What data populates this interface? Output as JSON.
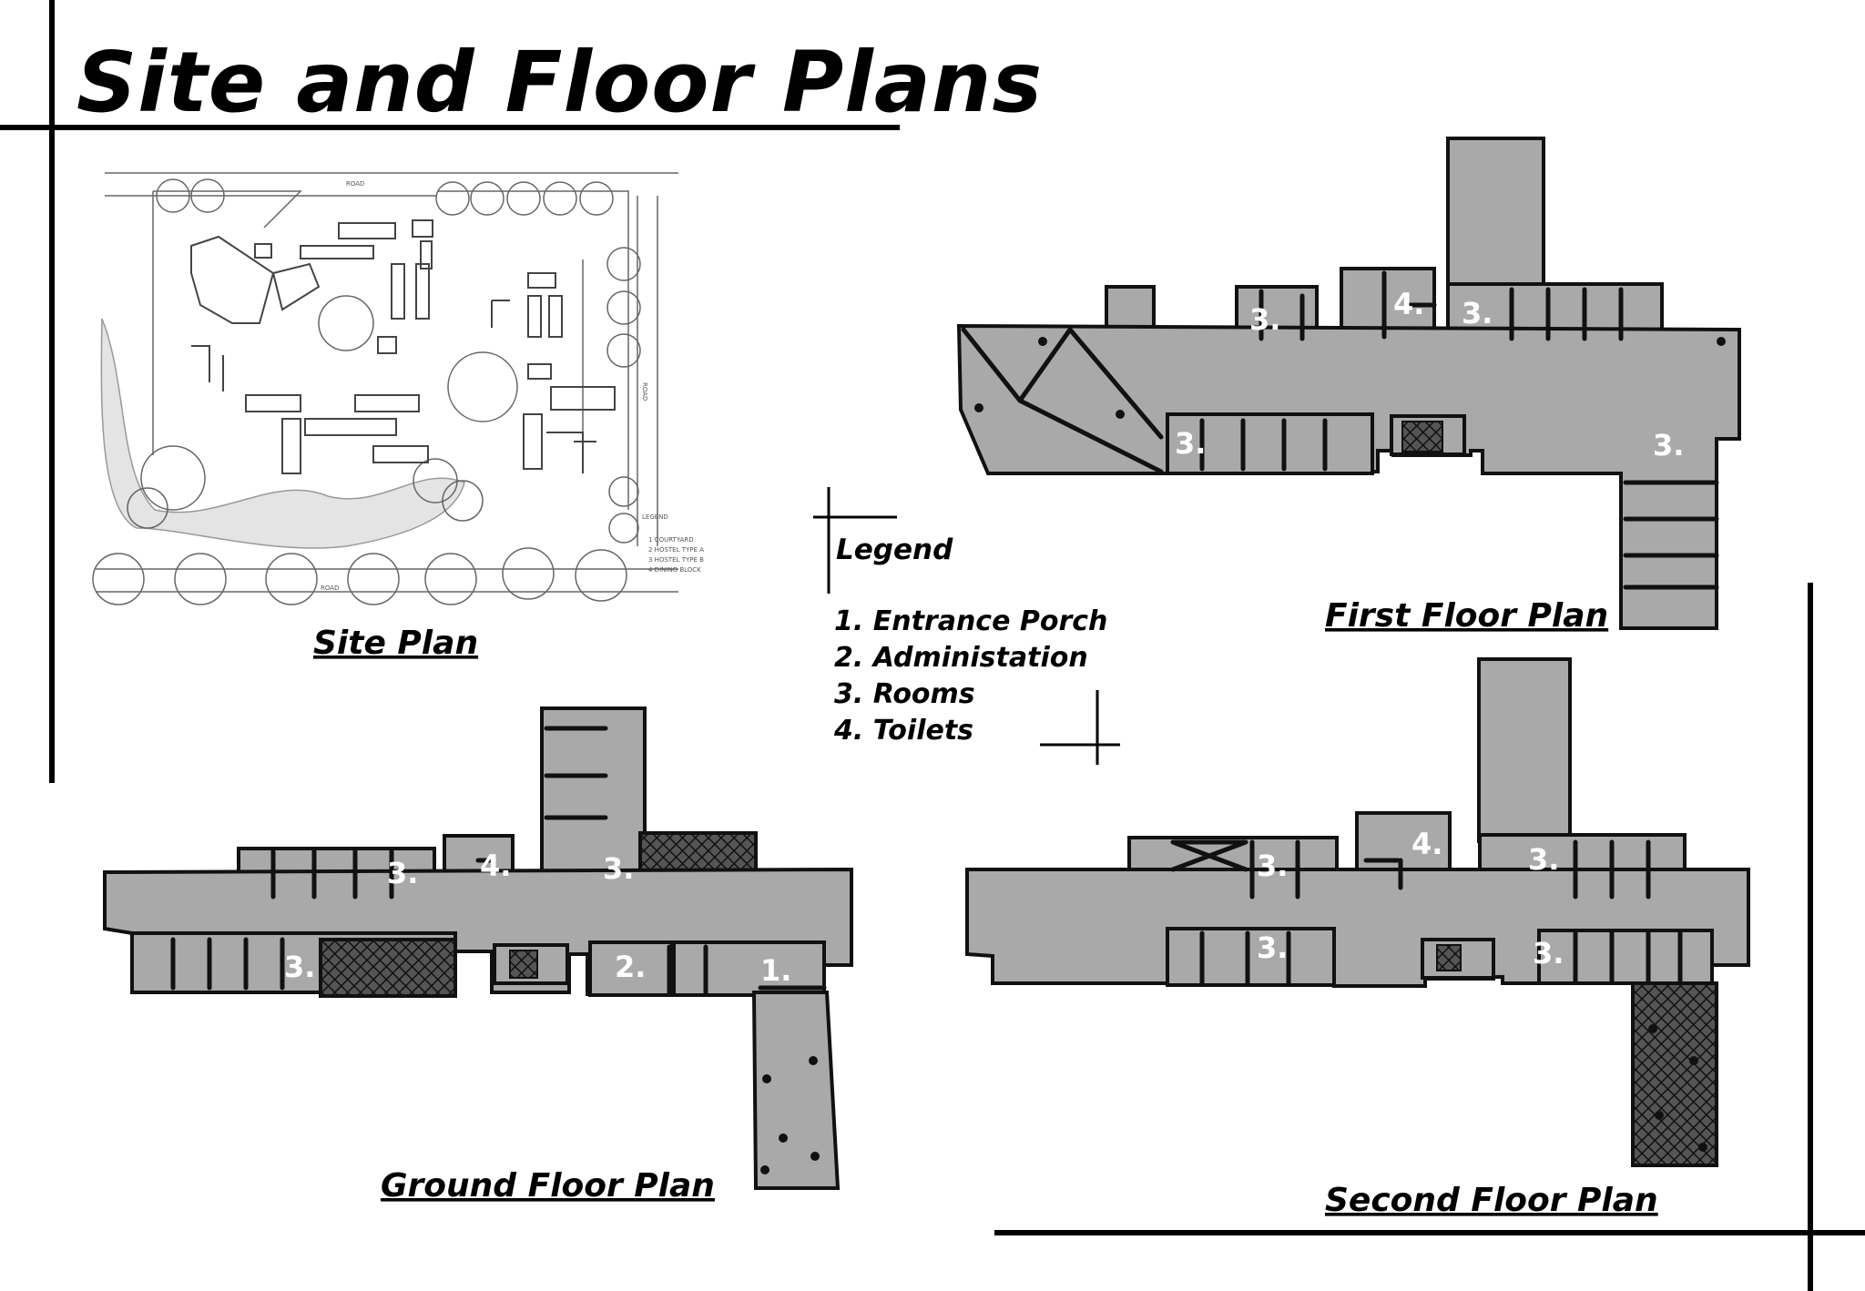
{
  "title": "Site and Floor Plans",
  "site_plan": {
    "caption": "Site Plan",
    "road_top": "ROAD",
    "road_bottom": "ROAD",
    "road_right": "ROAD",
    "legend_heading": "LEGEND",
    "legend_items": [
      "1 COURTYARD",
      "2 HOSTEL TYPE A",
      "3 HOSTEL TYPE B",
      "4 DINING BLOCK"
    ]
  },
  "legend": {
    "title": "Legend",
    "items": [
      "1.  Entrance Porch",
      "2. Administation",
      "3. Rooms",
      "4. Toilets"
    ]
  },
  "plans": {
    "first": {
      "caption": "First Floor Plan",
      "labels": [
        "3.",
        "4.",
        "3.",
        "3.",
        "3."
      ]
    },
    "ground": {
      "caption": "Ground Floor Plan",
      "labels": [
        "3.",
        "4.",
        "3.",
        "3.",
        "2.",
        "1."
      ]
    },
    "second": {
      "caption": "Second Floor Plan",
      "labels": [
        "3.",
        "4.",
        "3.",
        "3.",
        "3."
      ]
    }
  },
  "colors": {
    "block_fill": "#a9a9a9",
    "ink": "#111111",
    "label": "#ffffff"
  }
}
